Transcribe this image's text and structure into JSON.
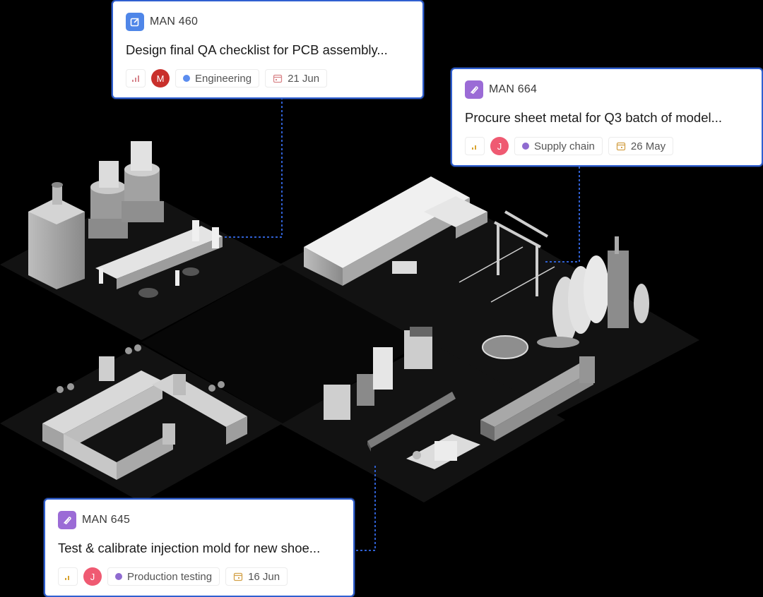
{
  "colors": {
    "background": "#000000",
    "card_border": "#2f5fd0",
    "connector": "#2f5fd0",
    "tile": "#111111"
  },
  "cards": [
    {
      "id": "MAN 460",
      "title": "Design final QA checklist for PCB assembly...",
      "type_icon": "edit-square-icon",
      "type_color": "#4f86e8",
      "priority_icon": "signal-bars-high-icon",
      "priority_color": "#d7868e",
      "assignee_initial": "M",
      "assignee_color": "#c9302c",
      "label": "Engineering",
      "label_color": "#5b8def",
      "date": "21 Jun",
      "date_icon_color": "#d9868a"
    },
    {
      "id": "MAN 664",
      "title": "Procure sheet metal for Q3 batch of model...",
      "type_icon": "paperclip-icon",
      "type_color": "#9b6bd6",
      "priority_icon": "signal-bars-low-icon",
      "priority_color": "#d9a431",
      "assignee_initial": "J",
      "assignee_color": "#ef5a72",
      "label": "Supply chain",
      "label_color": "#8f6bd0",
      "date": "26 May",
      "date_icon_color": "#d4a24a"
    },
    {
      "id": "MAN 645",
      "title": "Test & calibrate injection mold for new shoe...",
      "type_icon": "paperclip-icon",
      "type_color": "#9b6bd6",
      "priority_icon": "signal-bars-low-icon",
      "priority_color": "#d9a431",
      "assignee_initial": "J",
      "assignee_color": "#ef5a72",
      "label": "Production testing",
      "label_color": "#8f6bd0",
      "date": "16 Jun",
      "date_icon_color": "#d4a24a"
    }
  ],
  "scene": {
    "zones": [
      "power-plant-and-assembly-line",
      "warehouse-gantry-and-tanks",
      "assembly-workstations",
      "production-machinery-line"
    ]
  }
}
